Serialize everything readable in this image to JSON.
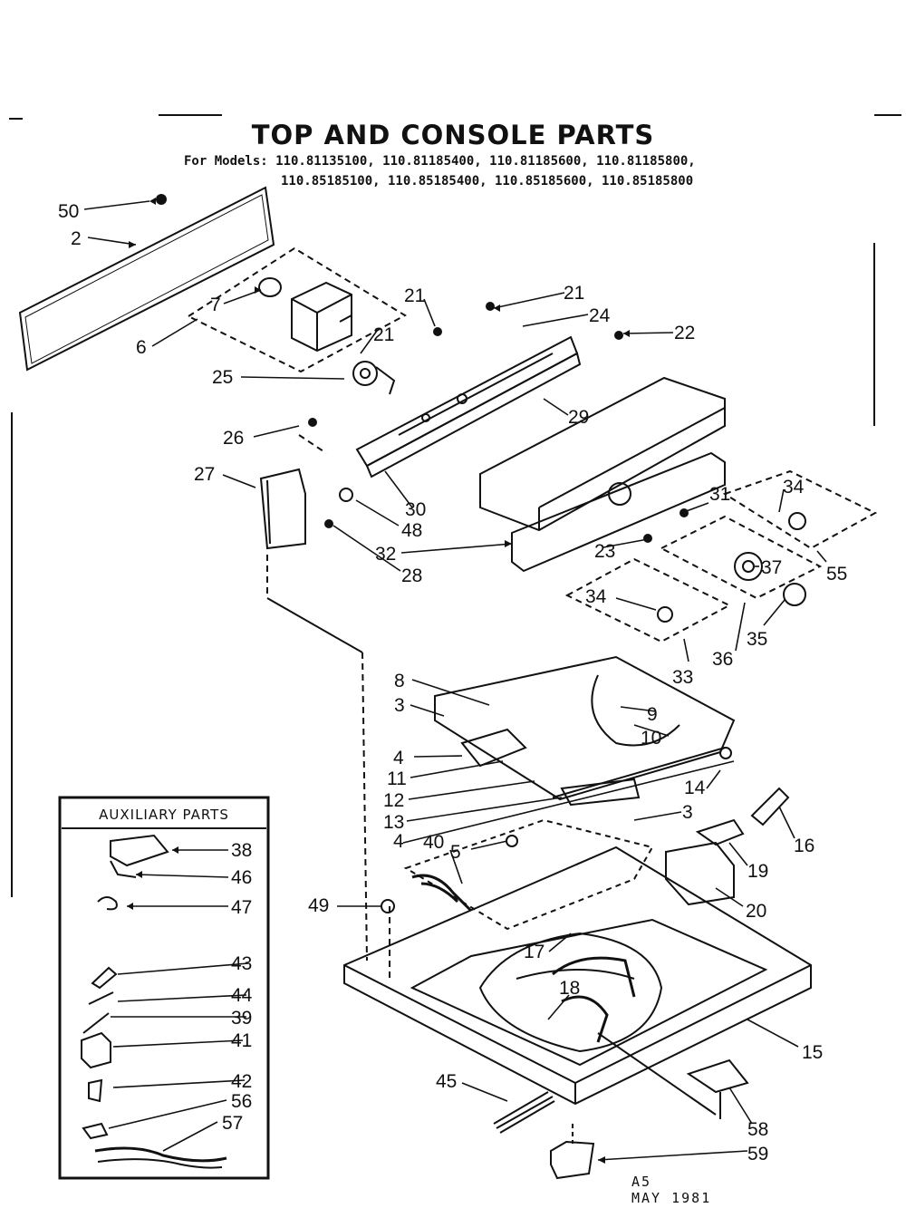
{
  "title": "TOP AND CONSOLE PARTS",
  "models": {
    "line1": "For Models: 110.81135100, 110.81185400, 110.81185600, 110.81185800,",
    "line2": "110.85185100, 110.85185400, 110.85185600, 110.85185800"
  },
  "auxiliary": {
    "title": "AUXILIARY PARTS",
    "parts": [
      "38",
      "46",
      "47",
      "43",
      "44",
      "39",
      "41",
      "42",
      "56",
      "57"
    ]
  },
  "stamp": {
    "line1": "A5",
    "line2": "MAY 1981"
  },
  "callouts": [
    "50",
    "2",
    "6",
    "7",
    "21",
    "21",
    "21",
    "24",
    "22",
    "25",
    "29",
    "26",
    "27",
    "30",
    "48",
    "32",
    "28",
    "31",
    "34",
    "55",
    "37",
    "23",
    "34",
    "33",
    "36",
    "35",
    "8",
    "3",
    "9",
    "10",
    "4",
    "11",
    "12",
    "13",
    "4",
    "14",
    "16",
    "3",
    "40",
    "5",
    "19",
    "20",
    "49",
    "17",
    "18",
    "15",
    "45",
    "58",
    "59"
  ]
}
